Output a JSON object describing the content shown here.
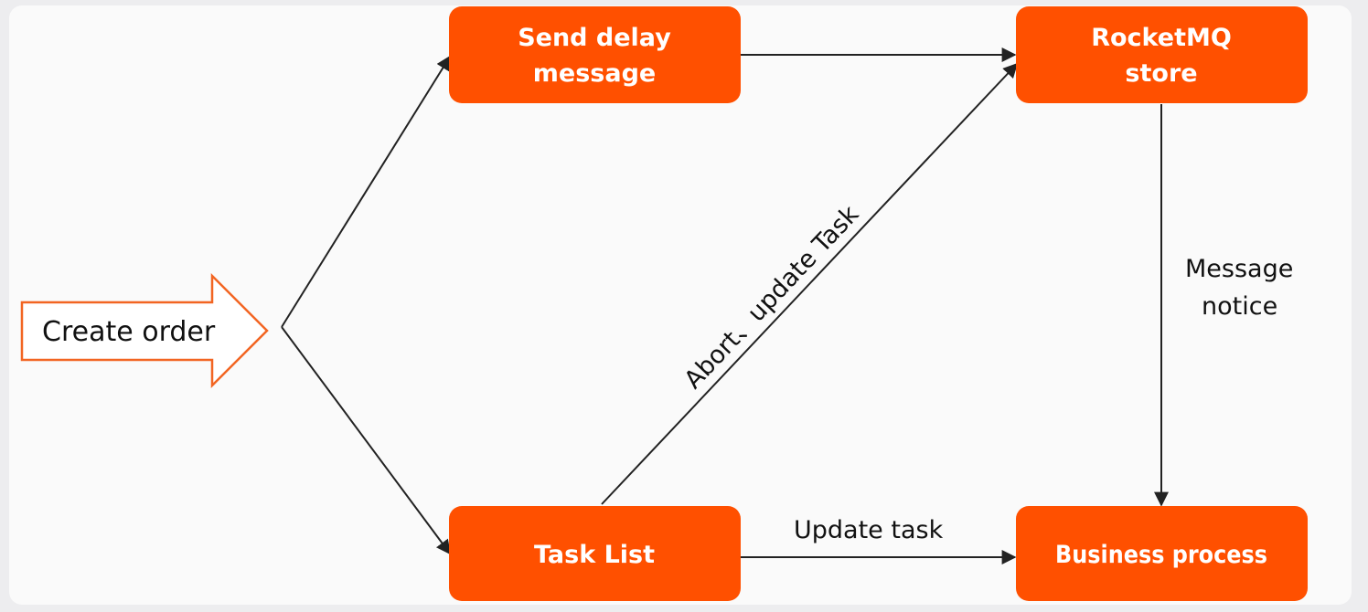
{
  "diagram": {
    "start": {
      "label": "Create order"
    },
    "nodes": {
      "send_delay": {
        "line1": "Send delay",
        "line2": "message"
      },
      "rocketmq": {
        "line1": "RocketMQ",
        "line2": "store"
      },
      "task_list": {
        "label": "Task List"
      },
      "business": {
        "label": "Business process"
      }
    },
    "edges": {
      "abort_update": {
        "label": "Abort、update Task"
      },
      "message_notice": {
        "line1": "Message",
        "line2": "notice"
      },
      "update_task": {
        "label": "Update task"
      }
    },
    "colors": {
      "node_fill": "#ff5000",
      "start_outline": "#f26522",
      "line": "#222222",
      "background": "#fafafa"
    }
  }
}
